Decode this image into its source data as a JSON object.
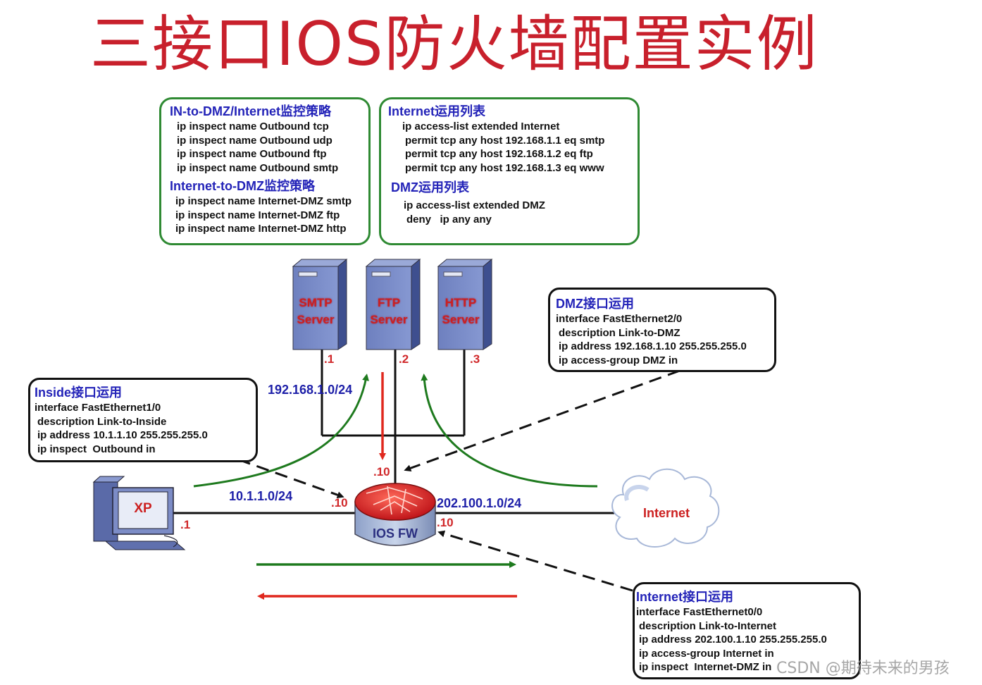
{
  "title": "三接口IOS防火墙配置实例",
  "boxes": {
    "in_policy": {
      "heading": "IN-to-DMZ/Internet监控策略",
      "lines": [
        "ip inspect name Outbound tcp",
        "ip inspect name Outbound udp",
        "ip inspect name Outbound ftp",
        "ip inspect name Outbound smtp"
      ],
      "heading2": "Internet-to-DMZ监控策略",
      "lines2": [
        "ip inspect name Internet-DMZ smtp",
        "ip inspect name Internet-DMZ ftp",
        "ip inspect name Internet-DMZ http"
      ]
    },
    "internet_acl": {
      "heading": "Internet运用列表",
      "lines": [
        "ip access-list extended Internet",
        "permit tcp any host 192.168.1.1 eq smtp",
        "permit tcp any host 192.168.1.2 eq ftp",
        "permit tcp any host 192.168.1.3 eq www"
      ],
      "heading2": "DMZ运用列表",
      "lines2": [
        "ip access-list extended DMZ",
        "deny   ip any any"
      ]
    },
    "dmz_if": {
      "heading": "DMZ接口运用",
      "lines": [
        "interface FastEthernet2/0",
        "description Link-to-DMZ",
        "ip address 192.168.1.10 255.255.255.0",
        "ip access-group DMZ in"
      ]
    },
    "inside_if": {
      "heading": "Inside接口运用",
      "lines": [
        "interface FastEthernet1/0",
        "description Link-to-Inside",
        "ip address 10.1.1.10 255.255.255.0",
        "ip inspect  Outbound in"
      ]
    },
    "internet_if": {
      "heading": "Internet接口运用",
      "lines": [
        "interface FastEthernet0/0",
        "description Link-to-Internet",
        "ip address 202.100.1.10 255.255.255.0",
        "ip access-group Internet in",
        "ip inspect  Internet-DMZ in"
      ]
    }
  },
  "servers": [
    {
      "line1": "SMTP",
      "line2": "Server",
      "host": ".1"
    },
    {
      "line1": "FTP",
      "line2": "Server",
      "host": ".2"
    },
    {
      "line1": "HTTP",
      "line2": "Server",
      "host": ".3"
    }
  ],
  "networks": {
    "dmz": "192.168.1.0/24",
    "inside": "10.1.1.0/24",
    "internet": "202.100.1.0/24"
  },
  "interfaces": {
    "fw_dmz": ".10",
    "fw_inside": ".10",
    "fw_internet": ".10",
    "pc_host": ".1"
  },
  "devices": {
    "pc": "XP",
    "firewall": "IOS FW",
    "cloud": "Internet"
  },
  "watermark": "CSDN @期待未来的男孩",
  "colors": {
    "title": "#c8202c",
    "green_box": "#2f8a33",
    "heading_blue": "#2323b8",
    "arrow_red": "#e0281e",
    "arrow_green": "#1e7a1e",
    "server": "#6f7fb8"
  }
}
